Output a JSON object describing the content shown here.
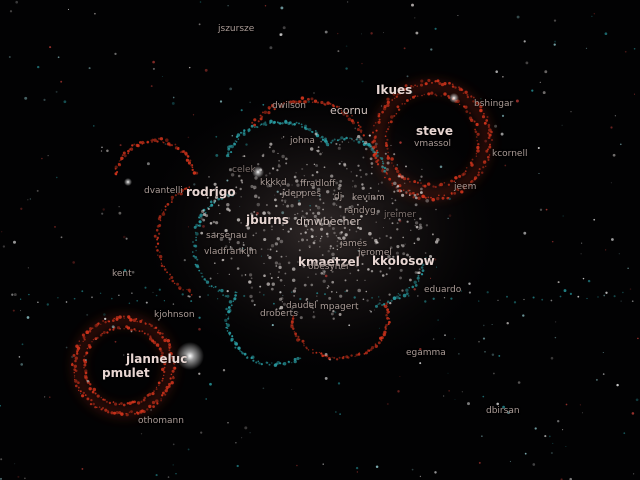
{
  "colors": {
    "background": "#020203",
    "red_ring": "#d2341c",
    "cyan_ring": "#2aa0a6",
    "white_star": "#ffffff",
    "label": "#a99a95",
    "label_bright": "#e8d6d2"
  },
  "labels": [
    {
      "id": "jszursze",
      "text": "jszursze",
      "size": "sm"
    },
    {
      "id": "dwilson",
      "text": "dwilson",
      "size": "sm"
    },
    {
      "id": "ecornu",
      "text": "ecornu",
      "size": "med"
    },
    {
      "id": "ikues",
      "text": "Ikues",
      "size": "big"
    },
    {
      "id": "bshingar",
      "text": "bshingar",
      "size": "sm"
    },
    {
      "id": "steve",
      "text": "steve",
      "size": "big"
    },
    {
      "id": "vmassol",
      "text": "vmassol",
      "size": "sm"
    },
    {
      "id": "kcornell",
      "text": "kcornell",
      "size": "sm"
    },
    {
      "id": "johna",
      "text": "johna",
      "size": "sm"
    },
    {
      "id": "celek",
      "text": "celek",
      "size": "sm"
    },
    {
      "id": "dvantelli",
      "text": "dvantelli",
      "size": "sm"
    },
    {
      "id": "rodrigo",
      "text": "rodrigo",
      "size": "big"
    },
    {
      "id": "kkkkd",
      "text": "kkkkd",
      "size": "sm"
    },
    {
      "id": "ffradloff",
      "text": "ffradloff",
      "size": "sm"
    },
    {
      "id": "jdeppres",
      "text": "jdeppres",
      "size": "sm"
    },
    {
      "id": "dj",
      "text": "dj",
      "size": "sm"
    },
    {
      "id": "kevinm",
      "text": "kevinm",
      "size": "sm"
    },
    {
      "id": "jeem",
      "text": "jeem",
      "size": "sm"
    },
    {
      "id": "randyg",
      "text": "randyg",
      "size": "sm"
    },
    {
      "id": "jburns",
      "text": "jburns",
      "size": "big"
    },
    {
      "id": "mwbecher",
      "text": "dmwbecher",
      "size": "med"
    },
    {
      "id": "jreimer",
      "text": "jreimer",
      "size": "sm"
    },
    {
      "id": "sarsenau",
      "text": "sarsenau",
      "size": "sm"
    },
    {
      "id": "james",
      "text": "james",
      "size": "sm"
    },
    {
      "id": "vladfranklin",
      "text": "vladfranklin",
      "size": "sm"
    },
    {
      "id": "jeromel",
      "text": "jeromel",
      "size": "sm"
    },
    {
      "id": "kmaetzel",
      "text": "kmaetzel",
      "size": "big"
    },
    {
      "id": "kkolosow",
      "text": "kkolosow",
      "size": "big"
    },
    {
      "id": "obesyner",
      "text": "obesyner",
      "size": "sm"
    },
    {
      "id": "kent",
      "text": "kent",
      "size": "sm"
    },
    {
      "id": "eduardo",
      "text": "eduardo",
      "size": "sm"
    },
    {
      "id": "daudel",
      "text": "daudel",
      "size": "sm"
    },
    {
      "id": "mpagert",
      "text": "mpagert",
      "size": "sm"
    },
    {
      "id": "kjohnson",
      "text": "kjohnson",
      "size": "sm"
    },
    {
      "id": "droberts",
      "text": "droberts",
      "size": "sm"
    },
    {
      "id": "jlanneluc",
      "text": "jlanneluc",
      "size": "big"
    },
    {
      "id": "egamma",
      "text": "egamma",
      "size": "sm"
    },
    {
      "id": "pmulet",
      "text": "pmulet",
      "size": "big"
    },
    {
      "id": "dbirsan",
      "text": "dbirsan",
      "size": "sm"
    },
    {
      "id": "othomann",
      "text": "othomann",
      "size": "sm"
    }
  ]
}
